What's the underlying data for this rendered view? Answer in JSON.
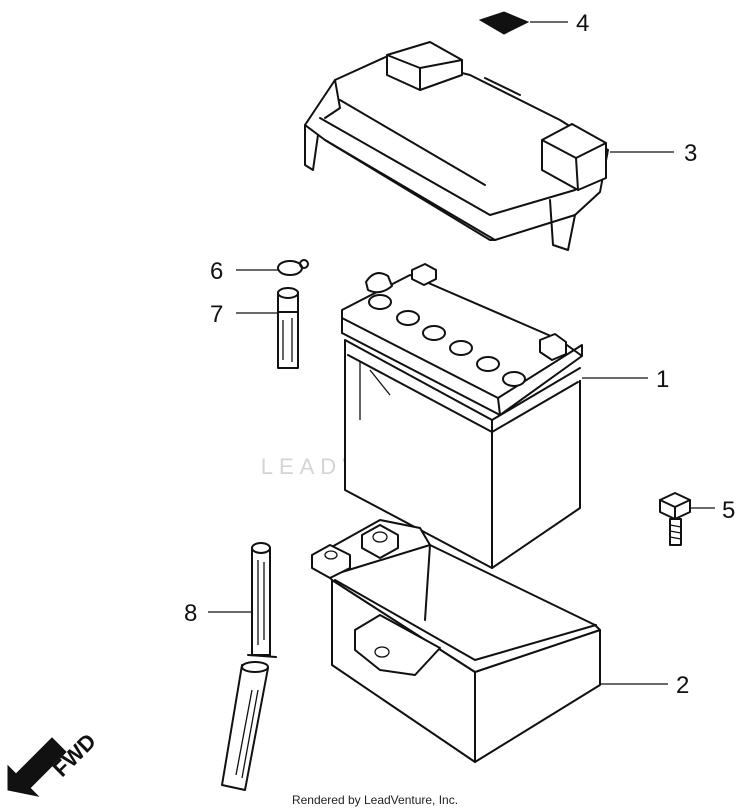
{
  "callouts": [
    {
      "id": "battery",
      "number": "1"
    },
    {
      "id": "battery-box",
      "number": "2"
    },
    {
      "id": "battery-cover",
      "number": "3"
    },
    {
      "id": "caution-label",
      "number": "4"
    },
    {
      "id": "bolt",
      "number": "5"
    },
    {
      "id": "breather-clip",
      "number": "6"
    },
    {
      "id": "breather-joint",
      "number": "7"
    },
    {
      "id": "breather-tube",
      "number": "8"
    }
  ],
  "direction_label": "FWD",
  "watermark": "LEADVENTURE",
  "footer": "Rendered by LeadVenture, Inc."
}
